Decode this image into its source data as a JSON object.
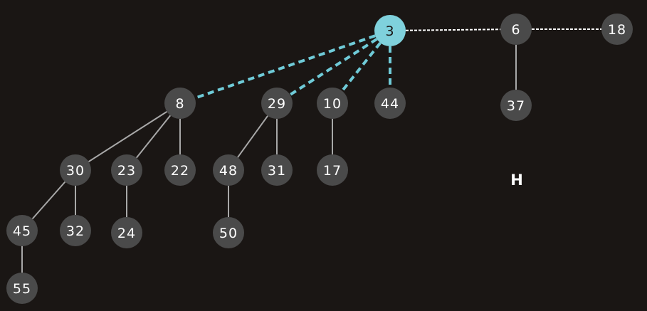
{
  "colors": {
    "background": "#1a1614",
    "node_fill": "#4a4a4a",
    "highlight_fill": "#7fd1dc",
    "node_text": "#ffffff",
    "highlight_text": "#1a1614",
    "tree_edge": "#a8a8a8",
    "root_link": "#ffffff",
    "highlight_edge": "#6fcbd8"
  },
  "heap": {
    "label": "H",
    "roots": [
      "3",
      "6",
      "18"
    ],
    "highlighted_node": "3"
  },
  "nodes": [
    {
      "id": "3",
      "label": "3"
    },
    {
      "id": "6",
      "label": "6"
    },
    {
      "id": "18",
      "label": "18"
    },
    {
      "id": "8",
      "label": "8"
    },
    {
      "id": "29",
      "label": "29"
    },
    {
      "id": "10",
      "label": "10"
    },
    {
      "id": "44",
      "label": "44"
    },
    {
      "id": "37",
      "label": "37"
    },
    {
      "id": "30",
      "label": "30"
    },
    {
      "id": "23",
      "label": "23"
    },
    {
      "id": "22",
      "label": "22"
    },
    {
      "id": "48",
      "label": "48"
    },
    {
      "id": "31",
      "label": "31"
    },
    {
      "id": "17",
      "label": "17"
    },
    {
      "id": "45",
      "label": "45"
    },
    {
      "id": "32",
      "label": "32"
    },
    {
      "id": "24",
      "label": "24"
    },
    {
      "id": "50",
      "label": "50"
    },
    {
      "id": "55",
      "label": "55"
    }
  ],
  "edges": [
    {
      "from": "3",
      "to": "6",
      "style": "root-link"
    },
    {
      "from": "6",
      "to": "18",
      "style": "root-link"
    },
    {
      "from": "3",
      "to": "8",
      "style": "highlight"
    },
    {
      "from": "3",
      "to": "29",
      "style": "highlight"
    },
    {
      "from": "3",
      "to": "10",
      "style": "highlight"
    },
    {
      "from": "3",
      "to": "44",
      "style": "highlight"
    },
    {
      "from": "6",
      "to": "37",
      "style": "tree"
    },
    {
      "from": "8",
      "to": "30",
      "style": "tree"
    },
    {
      "from": "8",
      "to": "23",
      "style": "tree"
    },
    {
      "from": "8",
      "to": "22",
      "style": "tree"
    },
    {
      "from": "29",
      "to": "48",
      "style": "tree"
    },
    {
      "from": "29",
      "to": "31",
      "style": "tree"
    },
    {
      "from": "10",
      "to": "17",
      "style": "tree"
    },
    {
      "from": "30",
      "to": "45",
      "style": "tree"
    },
    {
      "from": "30",
      "to": "32",
      "style": "tree"
    },
    {
      "from": "23",
      "to": "24",
      "style": "tree"
    },
    {
      "from": "48",
      "to": "50",
      "style": "tree"
    },
    {
      "from": "45",
      "to": "55",
      "style": "tree"
    }
  ]
}
